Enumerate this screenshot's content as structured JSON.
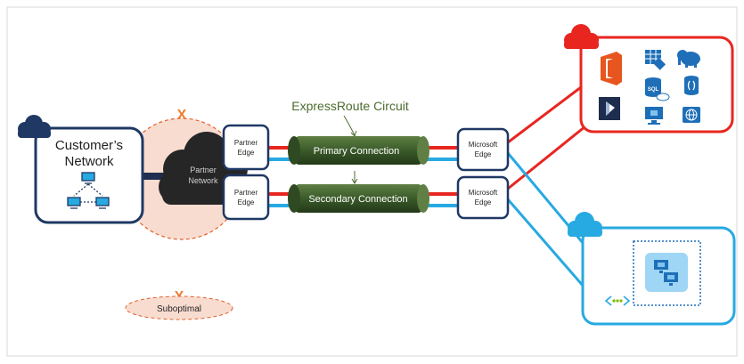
{
  "customer": {
    "line1": "Customer’s",
    "line2": "Network",
    "icon": "network-computers-icon"
  },
  "partner_network": {
    "line1": "Partner",
    "line2": "Network",
    "icon": "cloud-icon"
  },
  "partner_edge_top": {
    "line1": "Partner",
    "line2": "Edge"
  },
  "partner_edge_bottom": {
    "line1": "Partner",
    "line2": "Edge"
  },
  "circuit": {
    "title": "ExpressRoute Circuit",
    "primary": "Primary Connection",
    "secondary": "Secondary Connection"
  },
  "microsoft_edge_top": {
    "line1": "Microsoft",
    "line2": "Edge"
  },
  "microsoft_edge_bottom": {
    "line1": "Microsoft",
    "line2": "Edge"
  },
  "markers": {
    "x_mark": "X",
    "x_mark_2": "X",
    "suboptimal": "Suboptimal"
  },
  "services": {
    "icons": [
      "office-icon",
      "table-storage-icon",
      "hdinsight-icon",
      "dynamics-icon",
      "sql-database-icon",
      "cosmos-db-icon",
      "virtual-machine-icon",
      "web-app-icon"
    ],
    "sql_text": "SQL"
  },
  "vnet": {
    "icons": [
      "virtual-machines-icon",
      "vnet-peering-icon"
    ]
  },
  "colors": {
    "red": "#e8261f",
    "blue": "#27a9e1",
    "navy": "#1f3864",
    "circuit_green": "#3a5a2a",
    "suboptimal_fill": "#f9dcd0",
    "suboptimal_border": "#e4602c",
    "x_orange": "#ed7d31",
    "title_green": "#4d6b2e"
  }
}
